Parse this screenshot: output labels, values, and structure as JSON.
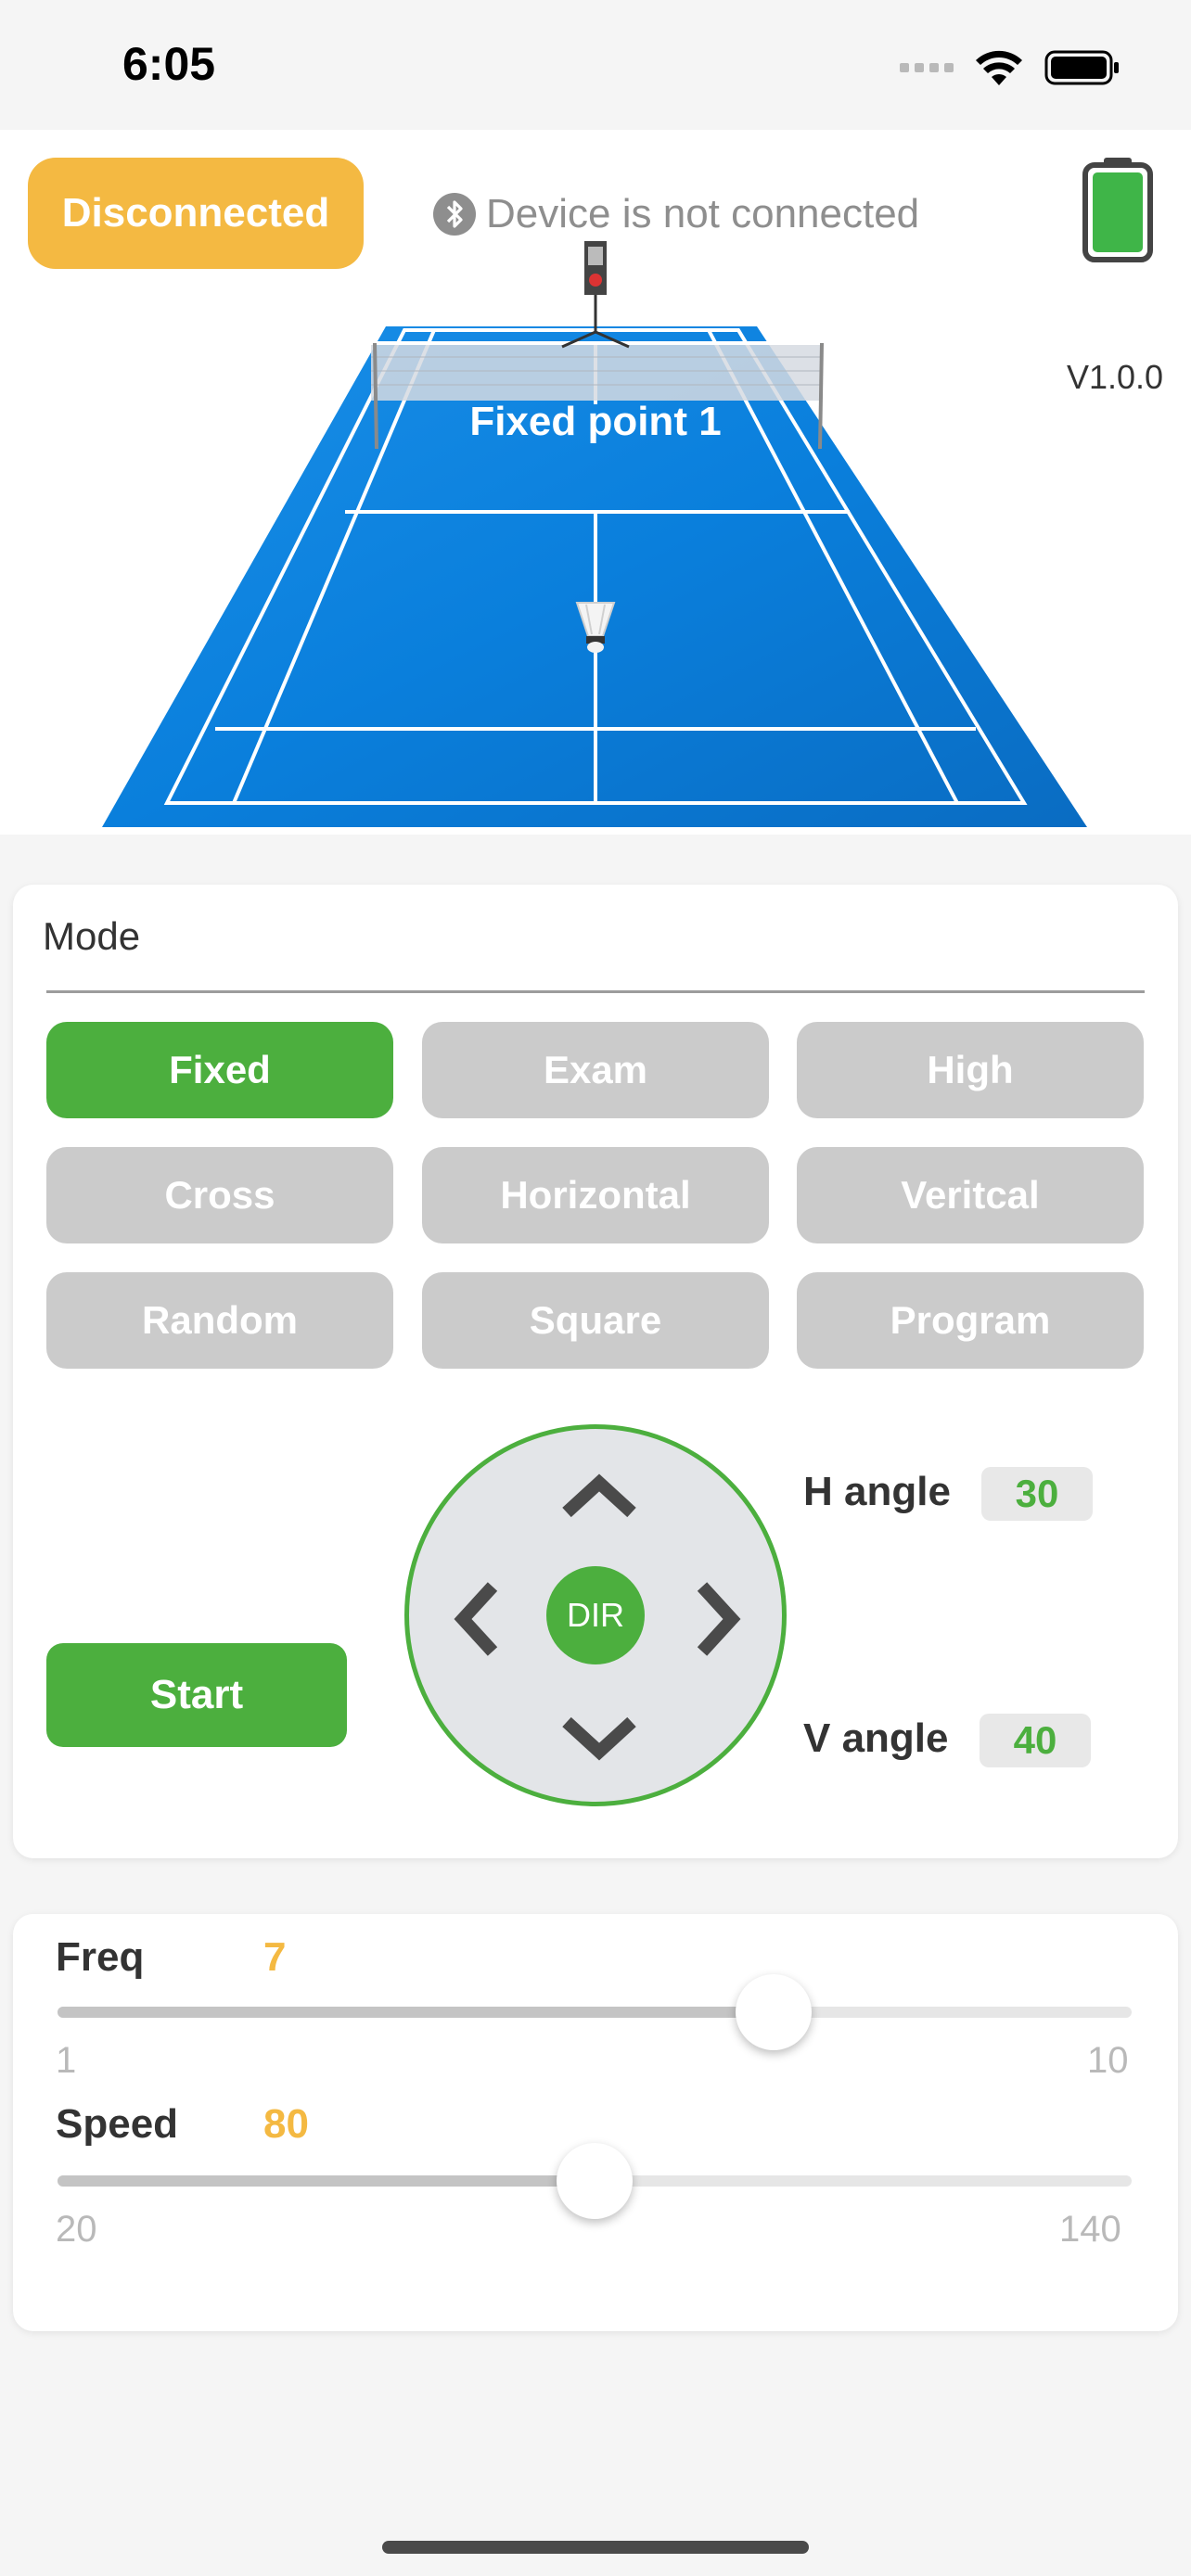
{
  "status_bar": {
    "time": "6:05"
  },
  "header": {
    "connection_badge": "Disconnected",
    "device_status": "Device is not connected",
    "version": "V1.0.0",
    "court_label": "Fixed point 1"
  },
  "colors": {
    "accent_green": "#4caf3e",
    "badge_orange": "#f4b942",
    "court_blue": "#1185e0",
    "button_inactive": "#cbcbcb",
    "battery_green": "#3fb548"
  },
  "mode": {
    "title": "Mode",
    "buttons": [
      {
        "label": "Fixed",
        "active": true
      },
      {
        "label": "Exam",
        "active": false
      },
      {
        "label": "High",
        "active": false
      },
      {
        "label": "Cross",
        "active": false
      },
      {
        "label": "Horizontal",
        "active": false
      },
      {
        "label": "Veritcal",
        "active": false
      },
      {
        "label": "Random",
        "active": false
      },
      {
        "label": "Square",
        "active": false
      },
      {
        "label": "Program",
        "active": false
      }
    ],
    "start_label": "Start",
    "dpad_center_label": "DIR",
    "h_angle_label": "H angle",
    "h_angle_value": "30",
    "v_angle_label": "V angle",
    "v_angle_value": "40"
  },
  "sliders": {
    "freq": {
      "label": "Freq",
      "value": "7",
      "min": "1",
      "max": "10",
      "fraction": 0.667
    },
    "speed": {
      "label": "Speed",
      "value": "80",
      "min": "20",
      "max": "140",
      "fraction": 0.5
    }
  },
  "icons": {
    "bluetooth": "bluetooth-icon",
    "battery": "battery-icon",
    "wifi": "wifi-icon",
    "signal": "signal-icon",
    "status_battery": "status-battery-icon",
    "dpad_up": "chevron-up-icon",
    "dpad_down": "chevron-down-icon",
    "dpad_left": "chevron-left-icon",
    "dpad_right": "chevron-right-icon",
    "shuttlecock": "shuttlecock-icon",
    "launcher": "launcher-machine-icon"
  }
}
